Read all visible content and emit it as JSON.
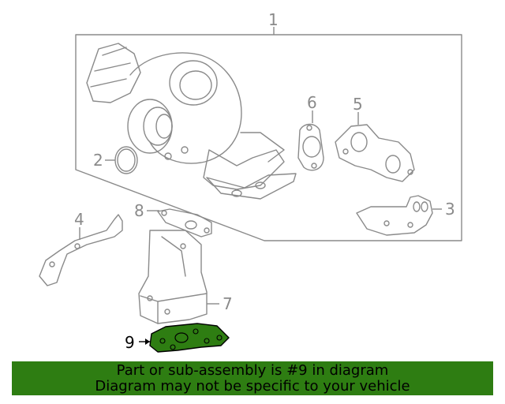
{
  "callouts": {
    "c1": "1",
    "c2": "2",
    "c3": "3",
    "c4": "4",
    "c5": "5",
    "c6": "6",
    "c7": "7",
    "c8": "8",
    "c9": "9"
  },
  "highlighted_part": "9",
  "highlight_color": "#2e7d12",
  "banner": {
    "line1": "Part or sub-assembly is #9 in diagram",
    "line2": "Diagram may not be specific to your vehicle"
  }
}
